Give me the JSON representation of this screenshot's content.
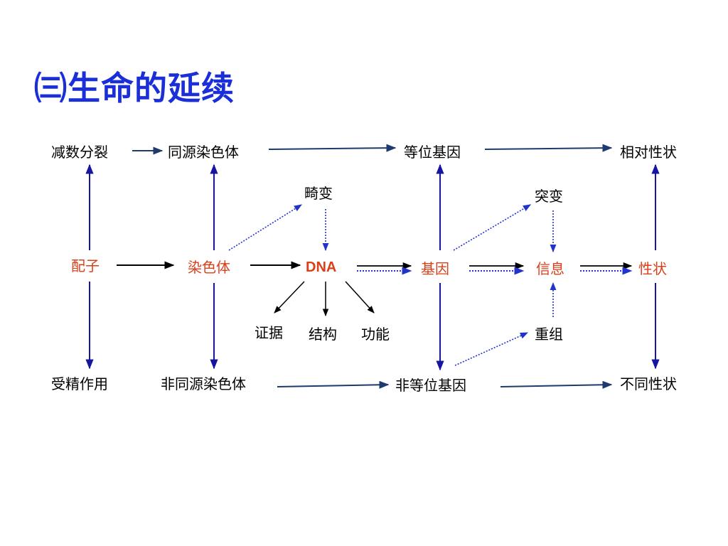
{
  "slide": {
    "title": "㈢生命的延续"
  },
  "nodes": {
    "meiosis": "减数分裂",
    "homologous": "同源染色体",
    "allele": "等位基因",
    "relative_trait": "相对性状",
    "variation": "畸变",
    "mutation": "突变",
    "gamete": "配子",
    "chromosome": "染色体",
    "dna": "DNA",
    "gene": "基因",
    "information": "信息",
    "trait": "性状",
    "evidence": "证据",
    "structure": "结构",
    "function": "功能",
    "recombination": "重组",
    "fertilization": "受精作用",
    "non_homologous": "非同源染色体",
    "non_allele": "非等位基因",
    "different_trait": "不同性状"
  },
  "colors": {
    "title": "#1a2fd8",
    "highlight": "#d9401a",
    "arrow_dark": "#1f3a6e",
    "arrow_blue": "#1515a0",
    "dotted": "#2233cc"
  }
}
